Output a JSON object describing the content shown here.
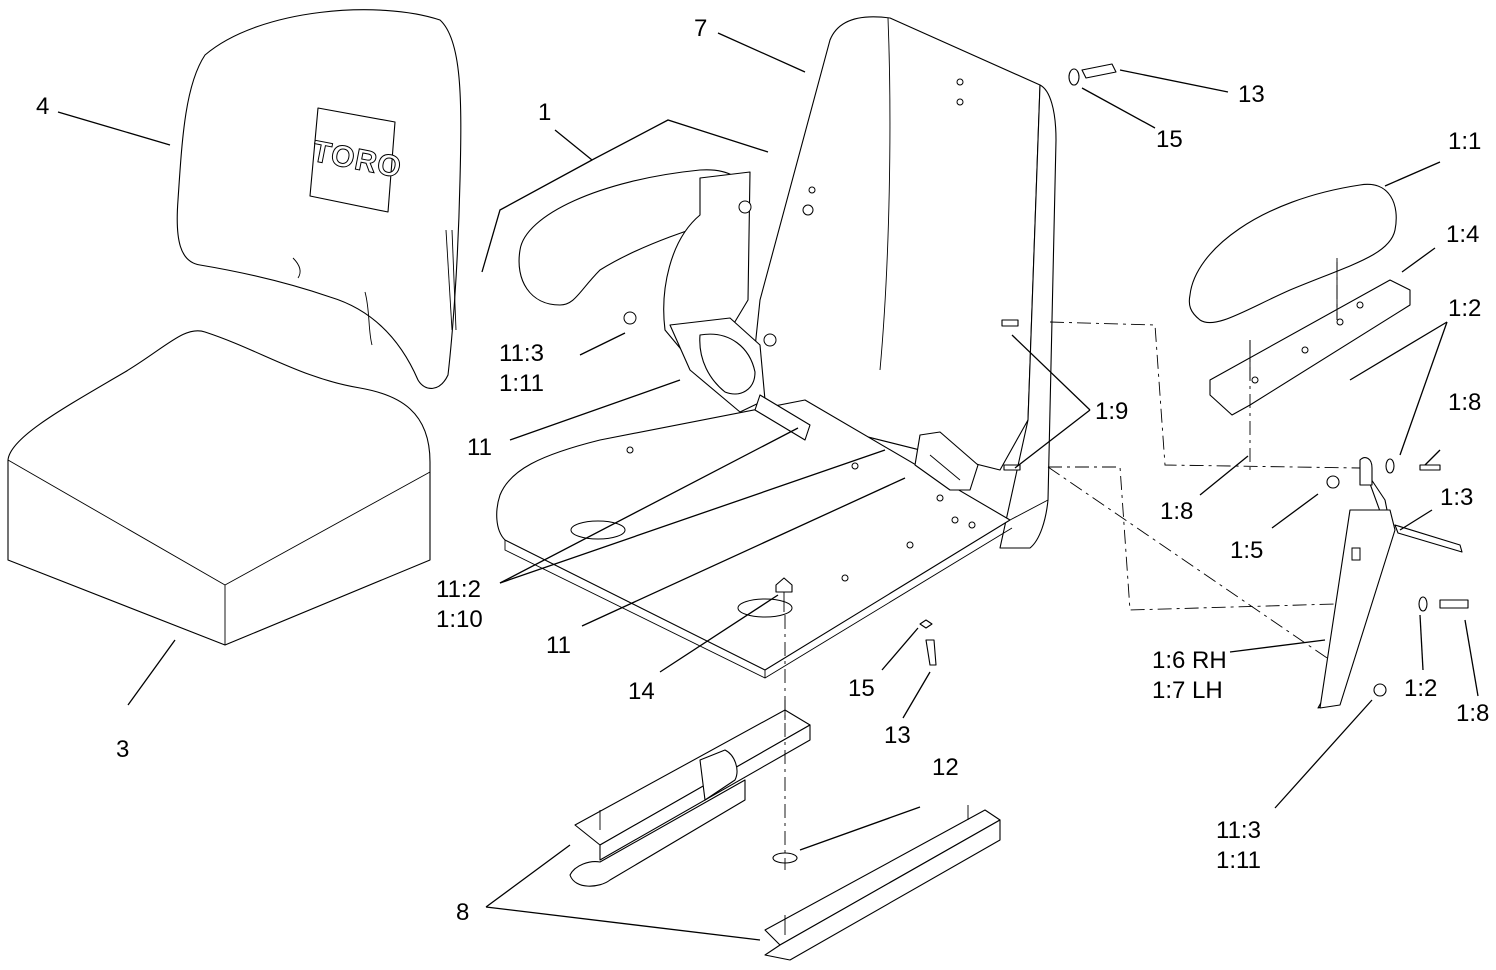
{
  "logo_text": "TORO",
  "callouts": [
    {
      "id": "c4",
      "lines": [
        "4"
      ]
    },
    {
      "id": "c7",
      "lines": [
        "7"
      ]
    },
    {
      "id": "c1",
      "lines": [
        "1"
      ]
    },
    {
      "id": "c13-top",
      "lines": [
        "13"
      ]
    },
    {
      "id": "c15-top",
      "lines": [
        "15"
      ]
    },
    {
      "id": "c1-1",
      "lines": [
        "1:1"
      ]
    },
    {
      "id": "c1-4",
      "lines": [
        "1:4"
      ]
    },
    {
      "id": "c1-2-upper",
      "lines": [
        "1:2"
      ]
    },
    {
      "id": "c11-3-left",
      "lines": [
        "11:3",
        "1:11"
      ]
    },
    {
      "id": "c1-9",
      "lines": [
        "1:9"
      ]
    },
    {
      "id": "c11-upper",
      "lines": [
        "11"
      ]
    },
    {
      "id": "c1-8-upper",
      "lines": [
        "1:8"
      ]
    },
    {
      "id": "c1-8-mid",
      "lines": [
        "1:8"
      ]
    },
    {
      "id": "c1-3",
      "lines": [
        "1:3"
      ]
    },
    {
      "id": "c1-5",
      "lines": [
        "1:5"
      ]
    },
    {
      "id": "c11-2",
      "lines": [
        "11:2",
        "1:10"
      ]
    },
    {
      "id": "c11-lower",
      "lines": [
        "11"
      ]
    },
    {
      "id": "c1-6",
      "lines": [
        "1:6 RH",
        "1:7 LH"
      ]
    },
    {
      "id": "c14",
      "lines": [
        "14"
      ]
    },
    {
      "id": "c15-bottom",
      "lines": [
        "15"
      ]
    },
    {
      "id": "c1-2-lower",
      "lines": [
        "1:2"
      ]
    },
    {
      "id": "c1-8-lower",
      "lines": [
        "1:8"
      ]
    },
    {
      "id": "c3",
      "lines": [
        "3"
      ]
    },
    {
      "id": "c13-bottom",
      "lines": [
        "13"
      ]
    },
    {
      "id": "c12",
      "lines": [
        "12"
      ]
    },
    {
      "id": "c11-3-right",
      "lines": [
        "11:3",
        "1:11"
      ]
    },
    {
      "id": "c8",
      "lines": [
        "8"
      ]
    }
  ]
}
